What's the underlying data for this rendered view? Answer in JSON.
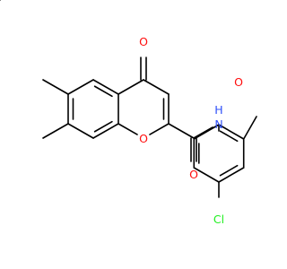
{
  "molecule": {
    "atom_labels": {
      "carbonyl_oxygen": "O",
      "ring_oxygen": "O",
      "amide_oxygen": "O",
      "amide_nitrogen": "N",
      "amide_hydrogen": "H",
      "methoxy_oxygen": "O",
      "chlorine": "Cl"
    },
    "colors": {
      "bond": "#000000",
      "oxygen": "#ff0d0d",
      "nitrogen": "#3050f8",
      "chlorine": "#1ff01f",
      "carbon_label": "#000000"
    }
  }
}
